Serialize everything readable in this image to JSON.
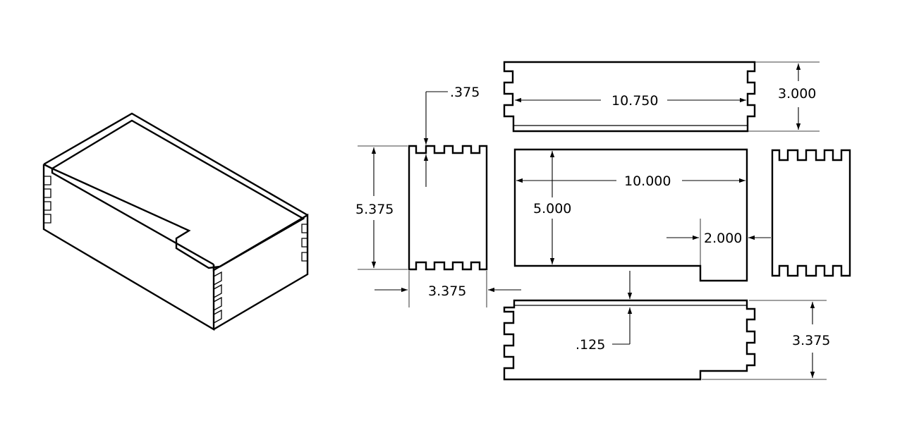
{
  "dimensions": {
    "top_panel_length": "10.750",
    "top_panel_height": "3.000",
    "end_panel_finger": ".375",
    "end_panel_height": "5.375",
    "end_panel_width": "3.375",
    "lid_length": "10.000",
    "lid_width": "5.000",
    "lid_notch": "2.000",
    "groove": ".125",
    "bottom_panel_height": "3.375"
  }
}
